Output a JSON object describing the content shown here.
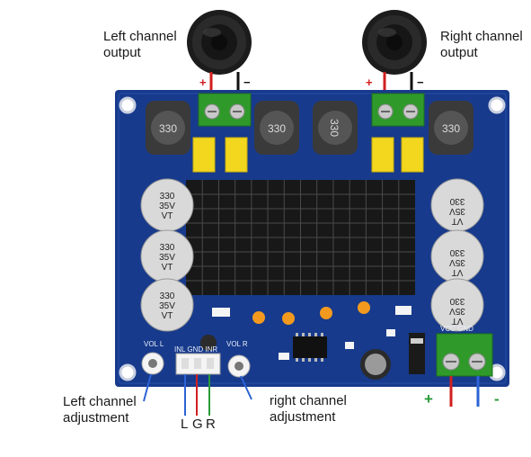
{
  "labels": {
    "left_output": [
      "Left channel",
      "output"
    ],
    "right_output": [
      "Right channel",
      "output"
    ],
    "left_adjust": [
      "Left channel",
      "adjustment"
    ],
    "right_adjust": [
      "right channel",
      "adjustment"
    ],
    "inputs": [
      "L",
      "G",
      "R"
    ]
  },
  "signs": {
    "left_plus": "+",
    "left_minus": "−",
    "right_plus": "+",
    "right_minus": "−",
    "power_plus": "+",
    "power_minus": "-"
  },
  "silk": {
    "vol_l": "VOL L",
    "vol_r": "VOL R",
    "input_header": "INL GND INR",
    "power": "VCC GND"
  },
  "components": {
    "inductor": "330",
    "capacitor_lines": [
      "330",
      "35V",
      "VT"
    ]
  },
  "colors": {
    "pcb": "#173a8c",
    "terminal": "#2f9a2a",
    "heatsink": "#181818",
    "wire_red": "#d21f1f",
    "wire_black": "#111111",
    "wire_blue": "#2b63d6",
    "wire_green": "#2a9a38",
    "film_cap": "#f2d71e"
  }
}
